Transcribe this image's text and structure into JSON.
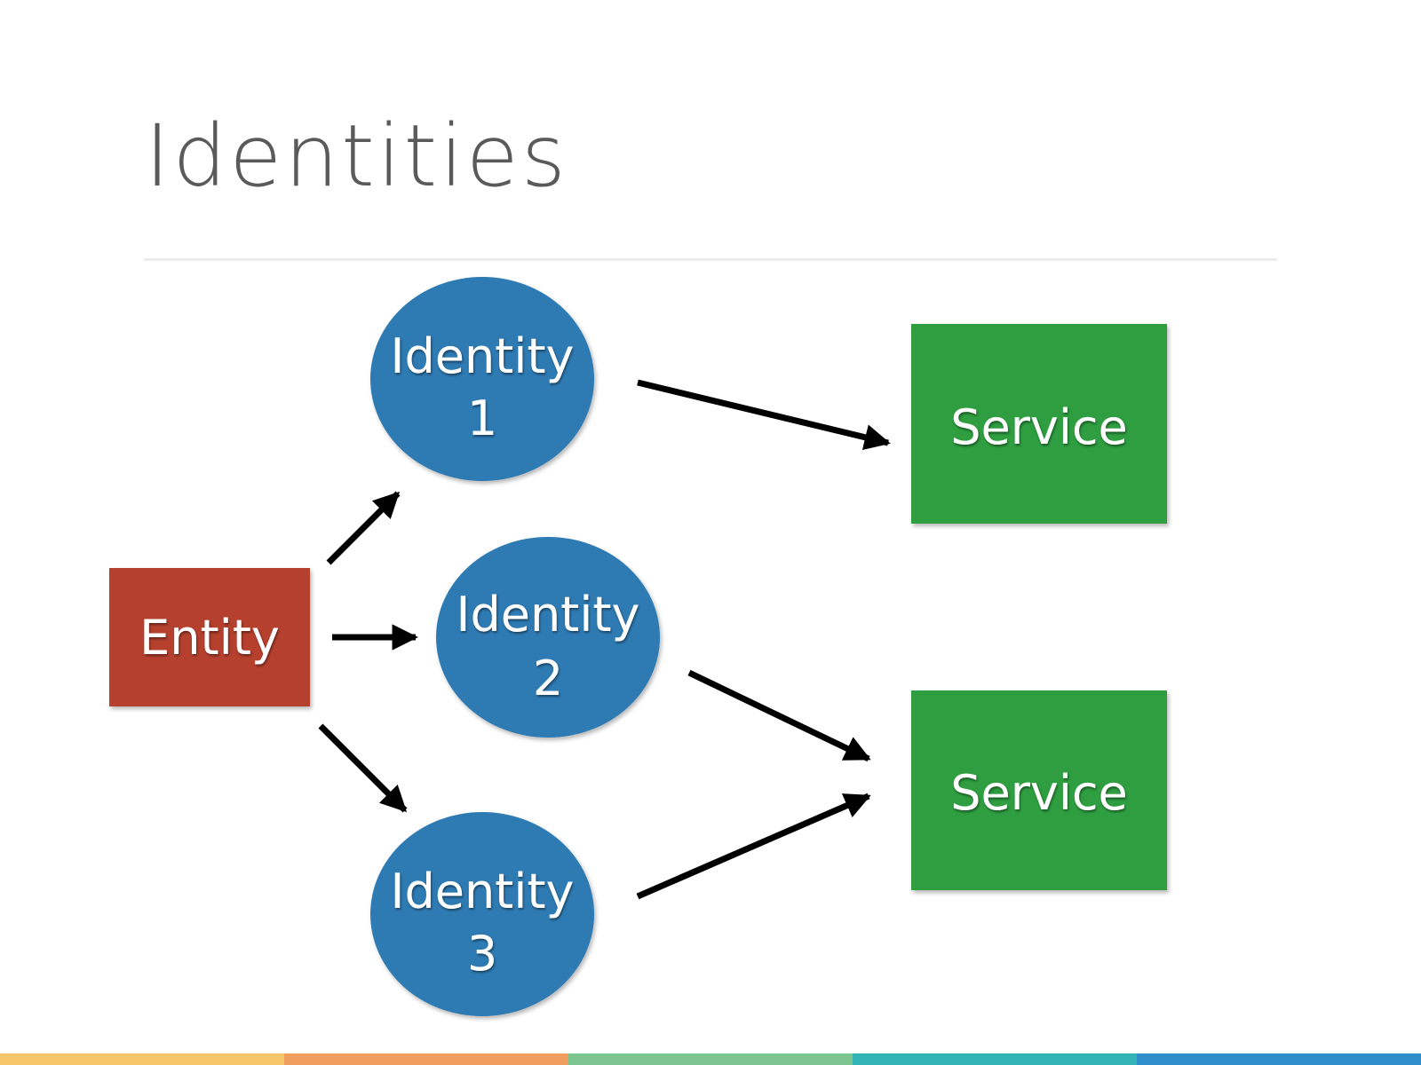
{
  "slide": {
    "title": "Identities"
  },
  "diagram": {
    "nodes": {
      "entity": {
        "label": "Entity",
        "color": "#b5412f"
      },
      "identity_1": {
        "line1": "Identity",
        "line2": "1",
        "color": "#2f7ab3"
      },
      "identity_2": {
        "line1": "Identity",
        "line2": "2",
        "color": "#2f7ab3"
      },
      "identity_3": {
        "line1": "Identity",
        "line2": "3",
        "color": "#2f7ab3"
      },
      "service_1": {
        "label": "Service",
        "color": "#2e9e3f"
      },
      "service_2": {
        "label": "Service",
        "color": "#2e9e3f"
      }
    },
    "edges": [
      {
        "from": "entity",
        "to": "identity_1"
      },
      {
        "from": "entity",
        "to": "identity_2"
      },
      {
        "from": "entity",
        "to": "identity_3"
      },
      {
        "from": "identity_1",
        "to": "service_1"
      },
      {
        "from": "identity_2",
        "to": "service_2"
      },
      {
        "from": "identity_3",
        "to": "service_2"
      }
    ]
  },
  "footer": {
    "colors": [
      "#f5c76a",
      "#ef9d5e",
      "#7dc590",
      "#32b3b5",
      "#2f8fcc"
    ]
  }
}
